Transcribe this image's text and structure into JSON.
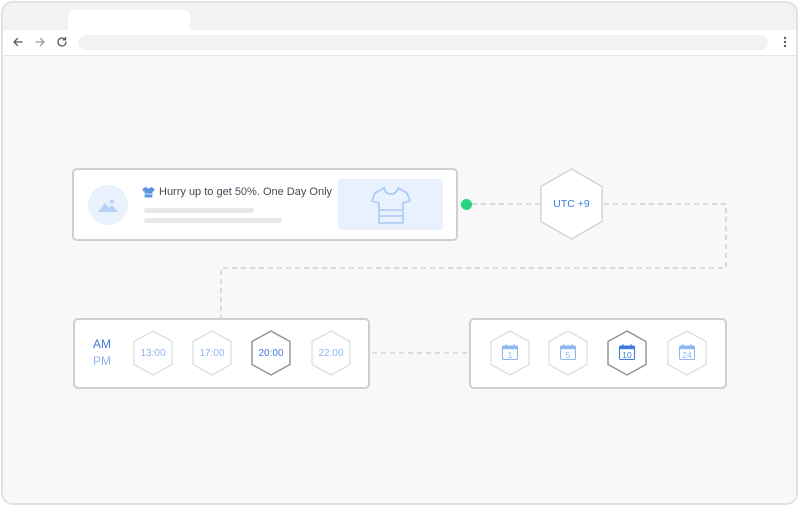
{
  "promo": {
    "title": "Hurry up to get 50%. One Day Only"
  },
  "timezone": {
    "label": "UTC +9"
  },
  "time_selector": {
    "am_label": "AM",
    "pm_label": "PM",
    "slots": [
      "13:00",
      "17:00",
      "20:00",
      "22:00"
    ],
    "selected": "20:00"
  },
  "date_selector": {
    "days": [
      "1",
      "5",
      "10",
      "24"
    ],
    "selected": "10"
  },
  "colors": {
    "accent": "#3f7bd8",
    "accent_light": "#8db7ef",
    "status_green": "#27d67f",
    "hex_border": "#d9dadd",
    "hex_selected_border": "#8e9096"
  },
  "icons": {
    "promo_avatar": "image-icon",
    "promo_emoji": "tshirt-icon",
    "product": "tshirt-icon",
    "date": "calendar-icon"
  }
}
